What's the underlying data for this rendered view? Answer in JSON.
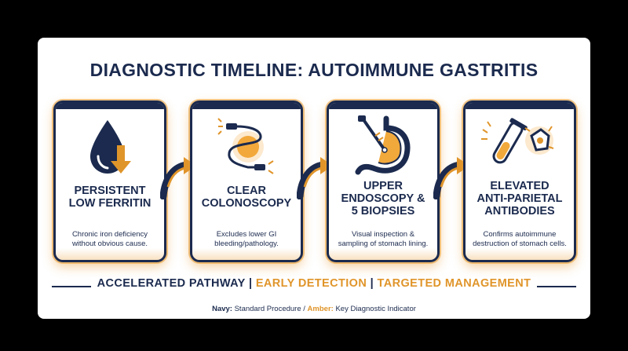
{
  "title": "DIAGNOSTIC TIMELINE: AUTOIMMUNE GASTRITIS",
  "steps": [
    {
      "heading_1": "PERSISTENT",
      "heading_2": "LOW FERRITIN",
      "heading_3": "",
      "desc_1": "Chronic iron deficiency",
      "desc_2": "without obvious cause.",
      "icon": "blood-drop-down-arrow-icon"
    },
    {
      "heading_1": "CLEAR",
      "heading_2": "COLONOSCOPY",
      "heading_3": "",
      "desc_1": "Excludes lower GI",
      "desc_2": "bleeding/pathology.",
      "icon": "colonoscope-icon"
    },
    {
      "heading_1": "UPPER",
      "heading_2": "ENDOSCOPY &",
      "heading_3": "5 BIOPSIES",
      "desc_1": "Visual inspection &",
      "desc_2": "sampling of stomach lining.",
      "icon": "stomach-endoscope-icon"
    },
    {
      "heading_1": "ELEVATED",
      "heading_2": "ANTI-PARIETAL",
      "heading_3": "ANTIBODIES",
      "desc_1": "Confirms autoimmune",
      "desc_2": "destruction of stomach cells.",
      "icon": "test-tube-cell-icon"
    }
  ],
  "footer": {
    "part_1": "ACCELERATED PATHWAY",
    "separator": "|",
    "part_2": "EARLY DETECTION",
    "part_3": "TARGETED MANAGEMENT"
  },
  "legend": {
    "navy_label": "Navy:",
    "navy_text": "Standard Procedure /",
    "amber_label": "Amber:",
    "amber_text": "Key Diagnostic Indicator"
  },
  "colors": {
    "navy": "#1b2a4e",
    "amber": "#e0952a",
    "background": "#ffffff"
  }
}
